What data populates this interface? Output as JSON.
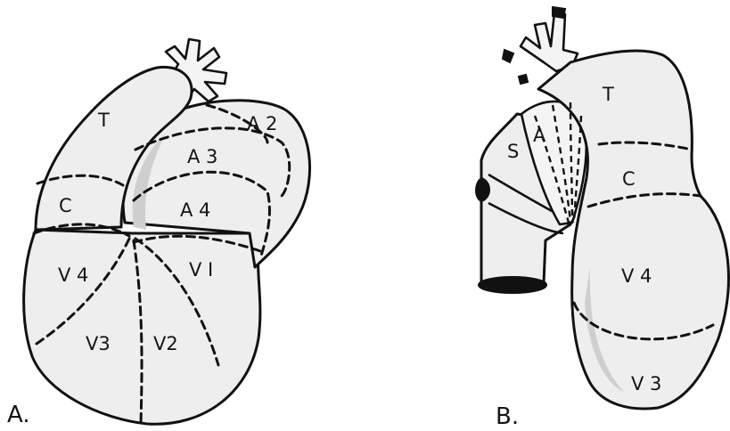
{
  "panels": [
    {
      "panel_label": "A.",
      "regions": [
        "T",
        "A 2",
        "A 3",
        "A 4",
        "C",
        "V 4",
        "V I",
        "V3",
        "V2"
      ]
    },
    {
      "panel_label": "B.",
      "regions": [
        "T",
        "S",
        "A",
        "C",
        "V 4",
        "V 3"
      ]
    }
  ]
}
